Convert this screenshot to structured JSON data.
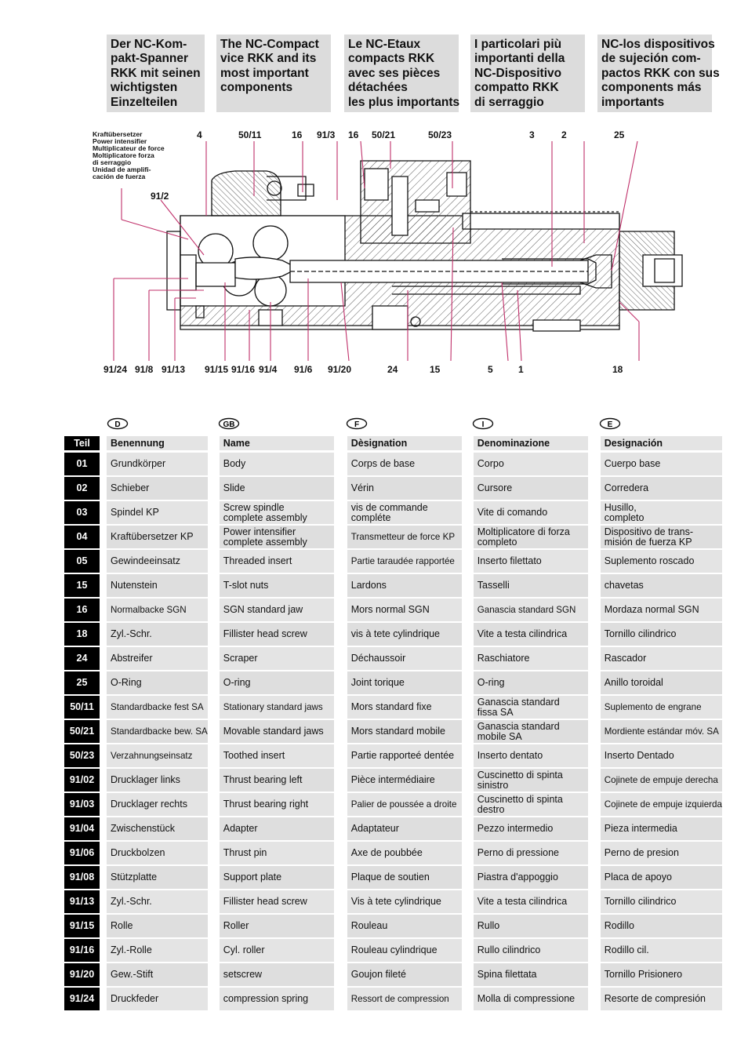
{
  "headers": [
    {
      "lines": [
        "Der NC-Kom-",
        "pakt-Spanner",
        "RKK mit seinen",
        "wichtigsten",
        "Einzelteilen"
      ]
    },
    {
      "lines": [
        "The NC-Compact",
        "vice RKK and its",
        "most important",
        "components"
      ]
    },
    {
      "lines": [
        "Le NC-Etaux",
        "compacts RKK",
        "avec ses pièces",
        "détachées",
        "les plus importants"
      ]
    },
    {
      "lines": [
        "I particolari più",
        "importanti della",
        "NC-Dispositivo",
        "compatto RKK",
        "di serraggio"
      ]
    },
    {
      "lines": [
        "NC-los dispositivos",
        "de sujeción com-",
        "pactos RKK con sus",
        "components más",
        "importants"
      ]
    }
  ],
  "diagram": {
    "intensifier_label": [
      "Kraftübersetzer",
      "Power intensifier",
      "Multiplicateur de force",
      "Moltiplicatore forza",
      "di serraggio",
      "Unidad de amplifi-",
      "cación de fuerza"
    ],
    "top_labels": [
      "4",
      "50/11",
      "16",
      "91/3",
      "16",
      "50/21",
      "50/23",
      "3",
      "2",
      "25"
    ],
    "side_label": "91/2",
    "bottom_labels": [
      "91/24",
      "91/8",
      "91/13",
      "91/15",
      "91/16",
      "91/4",
      "91/6",
      "91/20",
      "24",
      "15",
      "5",
      "1",
      "18"
    ]
  },
  "lang_codes": [
    "D",
    "GB",
    "F",
    "I",
    "E"
  ],
  "table": {
    "columns": [
      "Teil",
      "Benennung",
      "Name",
      "Dèsignation",
      "Denominazione",
      "Designación"
    ],
    "rows": [
      {
        "teil": "01",
        "d": [
          "Grundkörper"
        ],
        "gb": [
          "Body"
        ],
        "f": [
          "Corps de base"
        ],
        "i": [
          "Corpo"
        ],
        "e": [
          "Cuerpo base"
        ]
      },
      {
        "teil": "02",
        "d": [
          "Schieber"
        ],
        "gb": [
          "Slide"
        ],
        "f": [
          "Vérin"
        ],
        "i": [
          "Cursore"
        ],
        "e": [
          "Corredera"
        ]
      },
      {
        "teil": "03",
        "d": [
          "Spindel KP"
        ],
        "gb": [
          "Screw spindle",
          "complete assembly"
        ],
        "f": [
          "vis de commande",
          "compléte"
        ],
        "i": [
          "Vite di comando"
        ],
        "e": [
          "Husillo,",
          "completo"
        ]
      },
      {
        "teil": "04",
        "d": [
          "Kraftübersetzer KP"
        ],
        "gb": [
          "Power intensifier",
          "complete assembly"
        ],
        "f": [
          "Transmetteur de force KP"
        ],
        "i": [
          "Moltiplicatore di forza",
          "completo"
        ],
        "e": [
          "Dispositivo de trans-",
          "misión de fuerza KP"
        ]
      },
      {
        "teil": "05",
        "d": [
          "Gewindeeinsatz"
        ],
        "gb": [
          "Threaded insert"
        ],
        "f": [
          "Partie taraudée rapportée"
        ],
        "i": [
          "Inserto filettato"
        ],
        "e": [
          "Suplemento roscado"
        ]
      },
      {
        "teil": "15",
        "d": [
          "Nutenstein"
        ],
        "gb": [
          "T-slot nuts"
        ],
        "f": [
          "Lardons"
        ],
        "i": [
          "Tasselli"
        ],
        "e": [
          "chavetas"
        ]
      },
      {
        "teil": "16",
        "d": [
          "Normalbacke SGN"
        ],
        "gb": [
          "SGN standard jaw"
        ],
        "f": [
          "Mors normal SGN"
        ],
        "i": [
          "Ganascia standard SGN"
        ],
        "e": [
          "Mordaza normal SGN"
        ]
      },
      {
        "teil": "18",
        "d": [
          "Zyl.-Schr."
        ],
        "gb": [
          "Fillister head screw"
        ],
        "f": [
          "vis à tete cylindrique"
        ],
        "i": [
          "Vite a testa cilindrica"
        ],
        "e": [
          "Tornillo cilindrico"
        ]
      },
      {
        "teil": "24",
        "d": [
          "Abstreifer"
        ],
        "gb": [
          "Scraper"
        ],
        "f": [
          "Déchaussoir"
        ],
        "i": [
          "Raschiatore"
        ],
        "e": [
          "Rascador"
        ]
      },
      {
        "teil": "25",
        "d": [
          "O-Ring"
        ],
        "gb": [
          "O-ring"
        ],
        "f": [
          "Joint torique"
        ],
        "i": [
          "O-ring"
        ],
        "e": [
          "Anillo toroidal"
        ]
      },
      {
        "teil": "50/11",
        "d": [
          "Standardbacke fest SA"
        ],
        "gb": [
          "Stationary standard jaws"
        ],
        "f": [
          "Mors standard fixe"
        ],
        "i": [
          "Ganascia standard",
          "fissa SA"
        ],
        "e": [
          "Suplemento de engrane"
        ]
      },
      {
        "teil": "50/21",
        "d": [
          "Standardbacke bew. SA"
        ],
        "gb": [
          "Movable standard jaws"
        ],
        "f": [
          "Mors standard mobile"
        ],
        "i": [
          "Ganascia standard",
          "mobile SA"
        ],
        "e": [
          "Mordiente estándar móv. SA"
        ]
      },
      {
        "teil": "50/23",
        "d": [
          "Verzahnungseinsatz"
        ],
        "gb": [
          "Toothed insert"
        ],
        "f": [
          "Partie rapporteé dentée"
        ],
        "i": [
          "Inserto dentato"
        ],
        "e": [
          "Inserto Dentado"
        ]
      },
      {
        "teil": "91/02",
        "d": [
          "Drucklager links"
        ],
        "gb": [
          "Thrust bearing left"
        ],
        "f": [
          "Pièce intermédiaire"
        ],
        "i": [
          "Cuscinetto di spinta",
          "sinistro"
        ],
        "e": [
          "Cojinete de empuje derecha"
        ]
      },
      {
        "teil": "91/03",
        "d": [
          "Drucklager rechts"
        ],
        "gb": [
          "Thrust bearing right"
        ],
        "f": [
          "Palier de poussée a droite"
        ],
        "i": [
          "Cuscinetto di spinta",
          "destro"
        ],
        "e": [
          "Cojinete de empuje izquierda"
        ]
      },
      {
        "teil": "91/04",
        "d": [
          "Zwischenstück"
        ],
        "gb": [
          "Adapter"
        ],
        "f": [
          "Adaptateur"
        ],
        "i": [
          "Pezzo intermedio"
        ],
        "e": [
          "Pieza intermedia"
        ]
      },
      {
        "teil": "91/06",
        "d": [
          "Druckbolzen"
        ],
        "gb": [
          "Thrust pin"
        ],
        "f": [
          "Axe de poubbée"
        ],
        "i": [
          "Perno di pressione"
        ],
        "e": [
          "Perno de presion"
        ]
      },
      {
        "teil": "91/08",
        "d": [
          "Stützplatte"
        ],
        "gb": [
          "Support plate"
        ],
        "f": [
          "Plaque de soutien"
        ],
        "i": [
          "Piastra d'appoggio"
        ],
        "e": [
          "Placa de apoyo"
        ]
      },
      {
        "teil": "91/13",
        "d": [
          "Zyl.-Schr."
        ],
        "gb": [
          "Fillister head screw"
        ],
        "f": [
          "Vis à tete cylindrique"
        ],
        "i": [
          "Vite a testa cilindrica"
        ],
        "e": [
          "Tornillo cilindrico"
        ]
      },
      {
        "teil": "91/15",
        "d": [
          "Rolle"
        ],
        "gb": [
          "Roller"
        ],
        "f": [
          "Rouleau"
        ],
        "i": [
          "Rullo"
        ],
        "e": [
          "Rodillo"
        ]
      },
      {
        "teil": "91/16",
        "d": [
          "Zyl.-Rolle"
        ],
        "gb": [
          "Cyl. roller"
        ],
        "f": [
          "Rouleau cylindrique"
        ],
        "i": [
          "Rullo cilindrico"
        ],
        "e": [
          "Rodillo cil."
        ]
      },
      {
        "teil": "91/20",
        "d": [
          "Gew.-Stift"
        ],
        "gb": [
          "setscrew"
        ],
        "f": [
          "Goujon fileté"
        ],
        "i": [
          "Spina filettata"
        ],
        "e": [
          "Tornillo Prisionero"
        ]
      },
      {
        "teil": "91/24",
        "d": [
          "Druckfeder"
        ],
        "gb": [
          "compression spring"
        ],
        "f": [
          "Ressort de compression"
        ],
        "i": [
          "Molla di compressione"
        ],
        "e": [
          "Resorte de compresión"
        ]
      }
    ]
  },
  "colors": {
    "leader": "#c0306a",
    "header_bg": "#dcdcdc",
    "cell_bg": "#e4e4e4",
    "teil_bg": "#000000"
  }
}
